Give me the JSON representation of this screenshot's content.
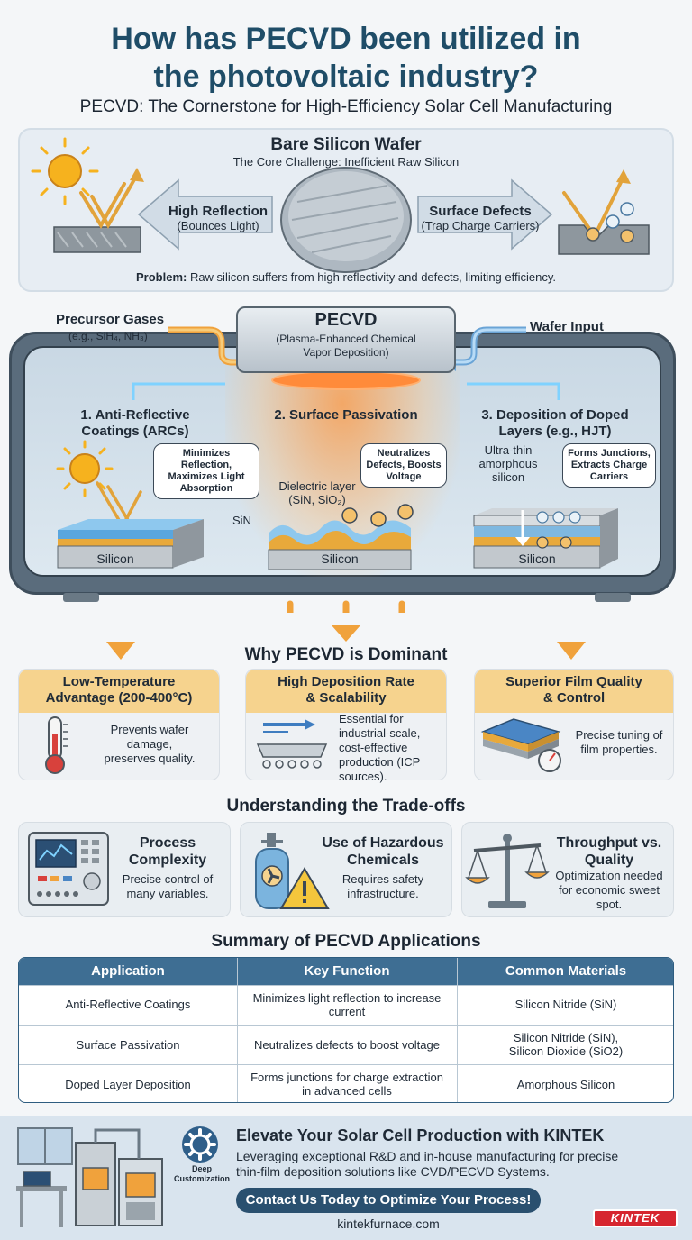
{
  "title_line1": "How has PECVD been utilized in",
  "title_line2": "the photovoltaic industry?",
  "subtitle": "PECVD: The Cornerstone for High-Efficiency Solar Cell Manufacturing",
  "challenge": {
    "title": "Bare Silicon Wafer",
    "subtitle": "The Core Challenge: Inefficient Raw Silicon",
    "left_label": "High Reflection",
    "left_sub": "(Bounces Light)",
    "right_label": "Surface Defects",
    "right_sub": "(Trap Charge Carriers)",
    "problem_label": "Problem:",
    "problem_text": " Raw silicon suffers from high reflectivity and defects, limiting efficiency."
  },
  "process": {
    "pecvd_title": "PECVD",
    "pecvd_sub1": "(Plasma-Enhanced Chemical",
    "pecvd_sub2": "Vapor Deposition)",
    "gases_label": "Precursor Gases",
    "gases_sub": "(e.g., SiH₄, NH₃)",
    "wafer_input": "Wafer Input",
    "steps": [
      {
        "title1": "1. Anti-Reflective",
        "title2": "Coatings (ARCs)",
        "bubble": "Minimizes Reflection, Maximizes Light Absorption",
        "layer_note": "SiN",
        "silicon": "Silicon"
      },
      {
        "title1": "2. Surface Passivation",
        "title2": "",
        "bubble": "Neutralizes Defects, Boosts Voltage",
        "layer_note1": "Dielectric layer",
        "layer_note2": "(SiN, SiO₂)",
        "silicon": "Silicon"
      },
      {
        "title1": "3. Deposition of Doped",
        "title2": "Layers (e.g., HJT)",
        "bubble": "Forms Junctions, Extracts Charge Carriers",
        "layer_note1": "Ultra-thin",
        "layer_note2": "amorphous",
        "layer_note3": "silicon",
        "silicon": "Silicon"
      }
    ]
  },
  "dominant": {
    "heading": "Why PECVD is Dominant",
    "cards": [
      {
        "title1": "Low-Temperature",
        "title2": "Advantage (200-400°C)",
        "text": [
          "Prevents wafer",
          "damage,",
          "preserves quality."
        ]
      },
      {
        "title1": "High Deposition Rate",
        "title2": "& Scalability",
        "text": [
          "Essential for",
          "industrial-scale,",
          "cost-effective",
          "production (ICP",
          "sources)."
        ]
      },
      {
        "title1": "Superior Film Quality",
        "title2": "& Control",
        "text": [
          "Precise tuning of",
          "film properties."
        ]
      }
    ]
  },
  "tradeoffs": {
    "heading": "Understanding the Trade-offs",
    "cards": [
      {
        "title1": "Process",
        "title2": "Complexity",
        "text": [
          "Precise control of",
          "many variables."
        ]
      },
      {
        "title1": "Use of Hazardous",
        "title2": "Chemicals",
        "text": [
          "Requires safety",
          "infrastructure."
        ]
      },
      {
        "title1": "Throughput vs.",
        "title2": "Quality",
        "text": [
          "Optimization needed",
          "for economic sweet",
          "spot."
        ]
      }
    ]
  },
  "summary": {
    "heading": "Summary of PECVD Applications",
    "headers": [
      "Application",
      "Key Function",
      "Common Materials"
    ],
    "rows": [
      {
        "app": "Anti-Reflective Coatings",
        "func": [
          "Minimizes light reflection to increase",
          "current"
        ],
        "mat": [
          "Silicon Nitride (SiN)"
        ]
      },
      {
        "app": "Surface Passivation",
        "func": [
          "Neutralizes defects to boost voltage"
        ],
        "mat": [
          "Silicon Nitride (SiN),",
          "Silicon Dioxide (SiO2)"
        ]
      },
      {
        "app": "Doped Layer Deposition",
        "func": [
          "Forms junctions for charge extraction",
          "in advanced cells"
        ],
        "mat": [
          "Amorphous Silicon"
        ]
      }
    ]
  },
  "footer": {
    "title": "Elevate Your Solar Cell Production with KINTEK",
    "text1": "Leveraging exceptional R&D and in-house manufacturing for precise",
    "text2": "thin-film deposition solutions like CVD/PECVD Systems.",
    "cta": "Contact Us Today to Optimize Your Process!",
    "website": "kintekfurnace.com",
    "badge": "Deep Customization",
    "logo": "KINTEK"
  },
  "colors": {
    "title": "#1f4d68",
    "accent_orange": "#f0a23c",
    "card_head": "#f6d38e",
    "table_head": "#3e6e93",
    "cta": "#2a506f",
    "logo": "#d6262f"
  }
}
